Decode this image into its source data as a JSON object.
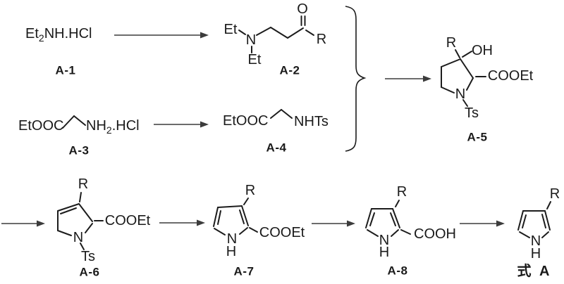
{
  "scheme": {
    "colors": {
      "ink": "#1c1c1c",
      "arrow": "#3c3c3c",
      "background": "#ffffff"
    },
    "compounds": {
      "a1": {
        "label": "A-1",
        "formula": {
          "pre": "Et",
          "sub": "2",
          "post": "NH.HCl"
        }
      },
      "a2": {
        "label": "A-2",
        "atoms": {
          "et_top": "Et",
          "n": "N",
          "et_bottom": "Et",
          "o": "O",
          "r": "R"
        }
      },
      "a3": {
        "label": "A-3",
        "formula": {
          "ester": "EtOOC",
          "amine": "NH",
          "amine_sub": "2",
          "salt": ".HCl"
        }
      },
      "a4": {
        "label": "A-4",
        "formula": {
          "ester": "EtOOC",
          "sulfonamide": "NHTs"
        }
      },
      "a5": {
        "label": "A-5",
        "atoms": {
          "r": "R",
          "oh": "OH",
          "ester": "COOEt",
          "n": "N",
          "ts": "Ts"
        }
      },
      "a6": {
        "label": "A-6",
        "atoms": {
          "r": "R",
          "ester": "COOEt",
          "n": "N",
          "ts": "Ts"
        }
      },
      "a7": {
        "label": "A-7",
        "atoms": {
          "r": "R",
          "ester": "COOEt",
          "n": "N",
          "h": "H"
        }
      },
      "a8": {
        "label": "A-8",
        "atoms": {
          "r": "R",
          "acid": "COOH",
          "n": "N",
          "h": "H"
        }
      },
      "formulaA": {
        "label": "式 A",
        "atoms": {
          "r": "R",
          "n": "N",
          "h": "H"
        }
      }
    }
  }
}
